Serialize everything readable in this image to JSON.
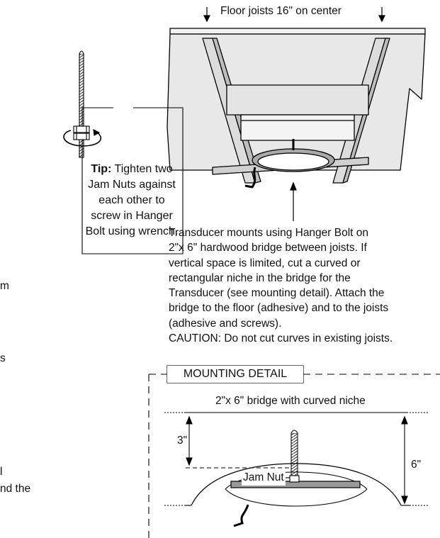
{
  "labels": {
    "floor_joists": "Floor joists 16\" on center",
    "tip_bold": "Tip:",
    "tip_lines": [
      " Tighten two",
      "Jam Nuts against",
      "each other to",
      "screw in Hanger",
      "Bolt using wrench."
    ],
    "description_lines": [
      "Transducer mounts using Hanger Bolt on",
      "2\"x 6\" hardwood bridge between joists. If",
      "vertical space is limited, cut a curved or",
      "rectangular niche in the bridge for the",
      "Transducer (see mounting detail). Attach the",
      " bridge to the floor (adhesive) and to the joists",
      "(adhesive and screws).",
      "CAUTION: Do not cut curves in existing joists."
    ],
    "mounting_detail": "MOUNTING DETAIL",
    "bridge_label": "2\"x 6\" bridge with curved niche",
    "dim_3": "3\"",
    "dim_6": "6\"",
    "jam_nut": "Jam Nut",
    "left_fragments": [
      "m",
      "s",
      "l",
      "nd the"
    ]
  }
}
